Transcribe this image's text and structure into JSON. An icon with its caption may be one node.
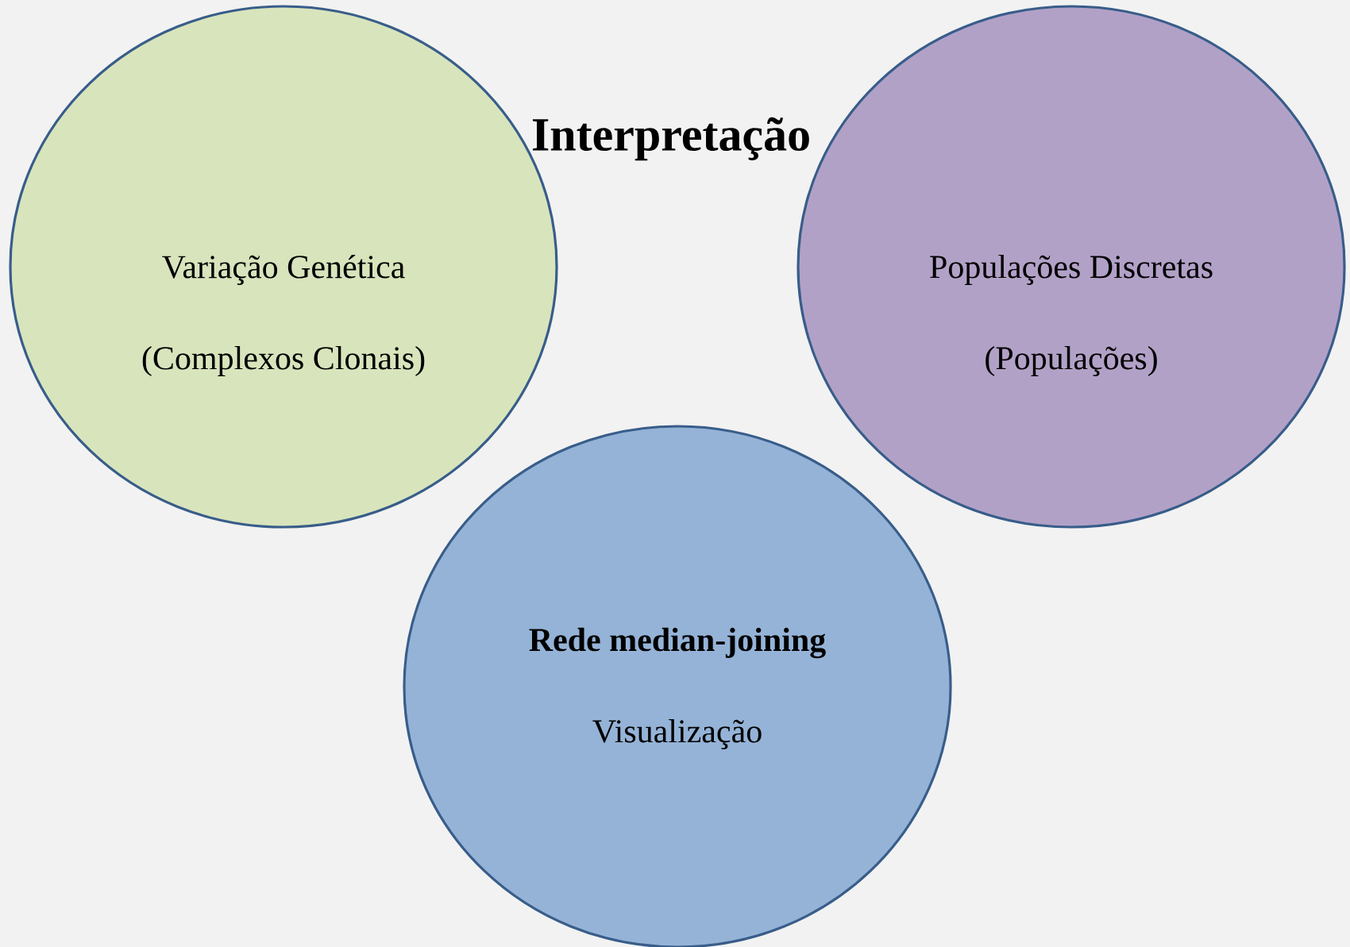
{
  "diagram": {
    "title": "Interpretação",
    "nodes": [
      {
        "text": [
          "Variação Genética",
          "(Complexos Clonais)"
        ]
      },
      {
        "text": [
          "Populações Discretas",
          "(Populações)"
        ]
      },
      {
        "text": [
          "Rede median-joining",
          "Visualização"
        ]
      }
    ]
  }
}
